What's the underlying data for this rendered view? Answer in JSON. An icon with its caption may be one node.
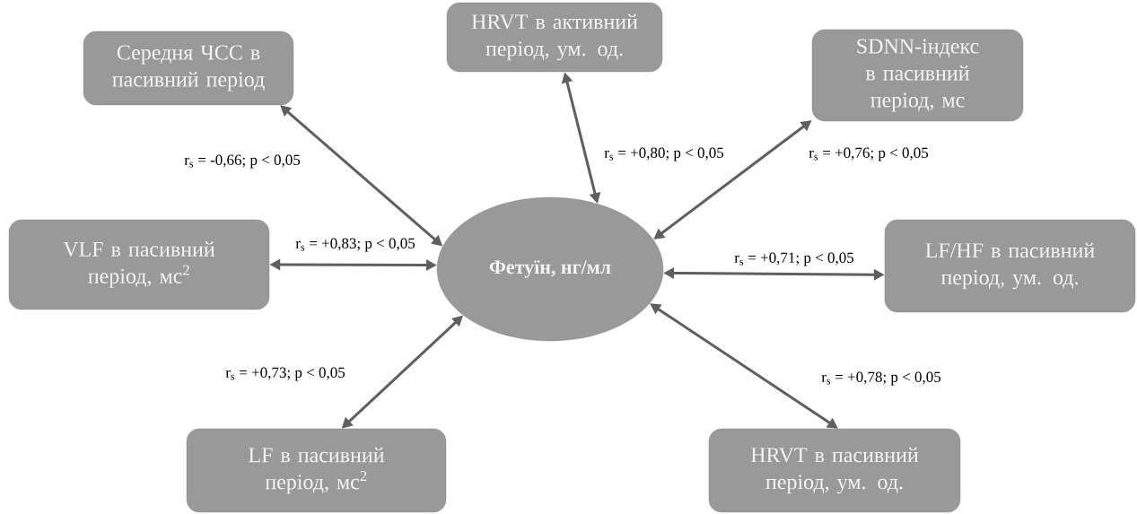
{
  "diagram": {
    "nodes": [
      {
        "text": [
          "Середня ЧСС в пасивний період"
        ]
      },
      {
        "text": [
          "HRVT в активний період, ум. од."
        ]
      },
      {
        "text": [
          "SDNN-індекс в пасивний період, мс"
        ]
      },
      {
        "text": [
          "VLF в пасивний період, мс$^{2}$"
        ]
      },
      {
        "text": [
          "Фетуїн, нг/мл"
        ]
      },
      {
        "text": [
          "LF/HF в пасивний період, ум. од."
        ]
      },
      {
        "text": [
          "LF в пасивний період, мс$^{2}$"
        ]
      },
      {
        "text": [
          "HRVT в пасивний період, ум. од."
        ]
      }
    ],
    "edges": [
      {
        "from": 4,
        "to": 0,
        "arrow": "both",
        "label": "r$_{s}$ = -0,66; p < 0,05"
      },
      {
        "from": 4,
        "to": 1,
        "arrow": "both",
        "label": "r$_{s}$ = +0,80; p < 0,05"
      },
      {
        "from": 4,
        "to": 2,
        "arrow": "both",
        "label": "r$_{s}$ = +0,76; p < 0,05"
      },
      {
        "from": 4,
        "to": 3,
        "arrow": "both",
        "label": "r$_{s}$ = +0,83; p < 0,05"
      },
      {
        "from": 4,
        "to": 5,
        "arrow": "both",
        "label": "r$_{s}$ = +0,71; p < 0,05"
      },
      {
        "from": 4,
        "to": 6,
        "arrow": "both",
        "label": "r$_{s}$ = +0,73; p < 0,05"
      },
      {
        "from": 4,
        "to": 7,
        "arrow": "both",
        "label": "r$_{s}$ = +0,78; p < 0,05"
      }
    ]
  }
}
